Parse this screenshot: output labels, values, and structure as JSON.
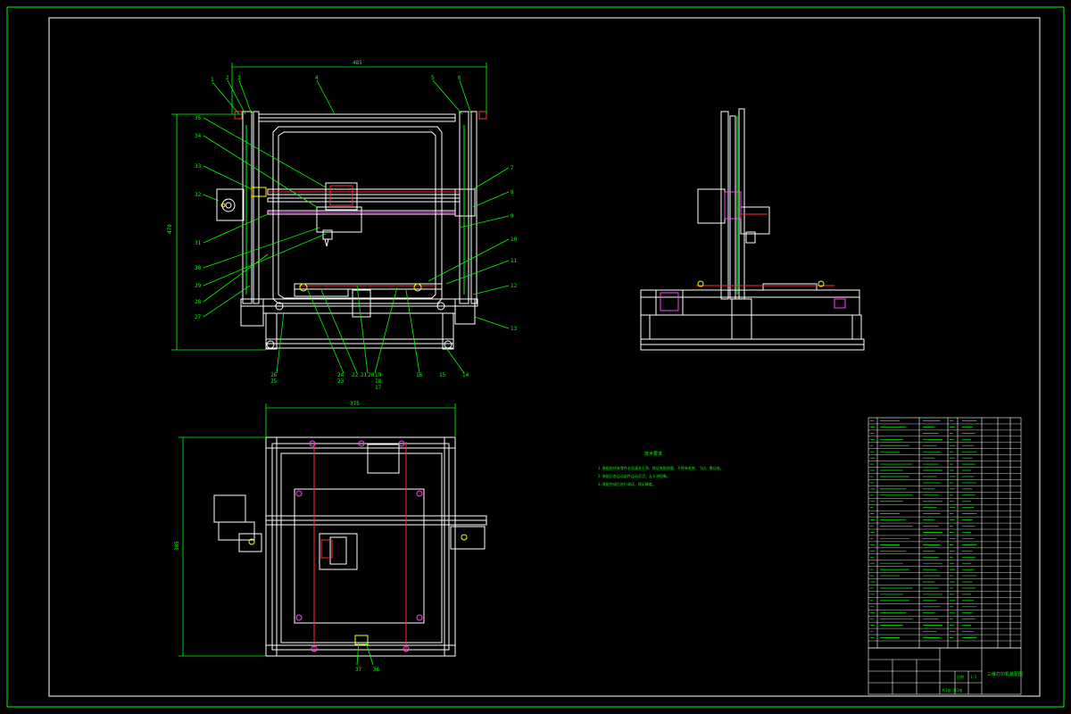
{
  "drawing": {
    "colors": {
      "background": "#000000",
      "outline": "#ffffff",
      "dimension": "#00ff00",
      "red": "#ff3030",
      "magenta": "#ff40ff",
      "yellow": "#ffff00",
      "cyan": "#00ffff"
    },
    "front_view": {
      "width_dim": "485",
      "height_dim": "470",
      "callouts_top": [
        "1",
        "2",
        "3",
        "4",
        "5",
        "6"
      ],
      "callouts_right": [
        "7",
        "8",
        "9",
        "10",
        "11",
        "12",
        "13"
      ],
      "callouts_left": [
        "35",
        "34",
        "33",
        "32",
        "31",
        "30",
        "29",
        "28",
        "27"
      ],
      "callouts_bottom": [
        "26",
        "25",
        "24",
        "23",
        "22",
        "21",
        "20",
        "19",
        "18",
        "17",
        "16",
        "15",
        "14"
      ]
    },
    "top_view": {
      "width_dim": "375",
      "height_dim": "385",
      "callouts": [
        "37",
        "36"
      ]
    },
    "notes": {
      "title": "技术要求",
      "lines": [
        "1.装配前所有零件必须清洗干净，保证装配质量，不得有毛刺、飞边、氧化皮。",
        "2.装配后各运动部件运动灵活，无卡滞现象。",
        "3.装配完成后进行调试，保证精度。"
      ]
    },
    "title_block": {
      "drawing_title": "三维打印机装配图",
      "scale_label": "比例",
      "scale_value": "1:5",
      "sheet": "共1张 第1张"
    }
  }
}
